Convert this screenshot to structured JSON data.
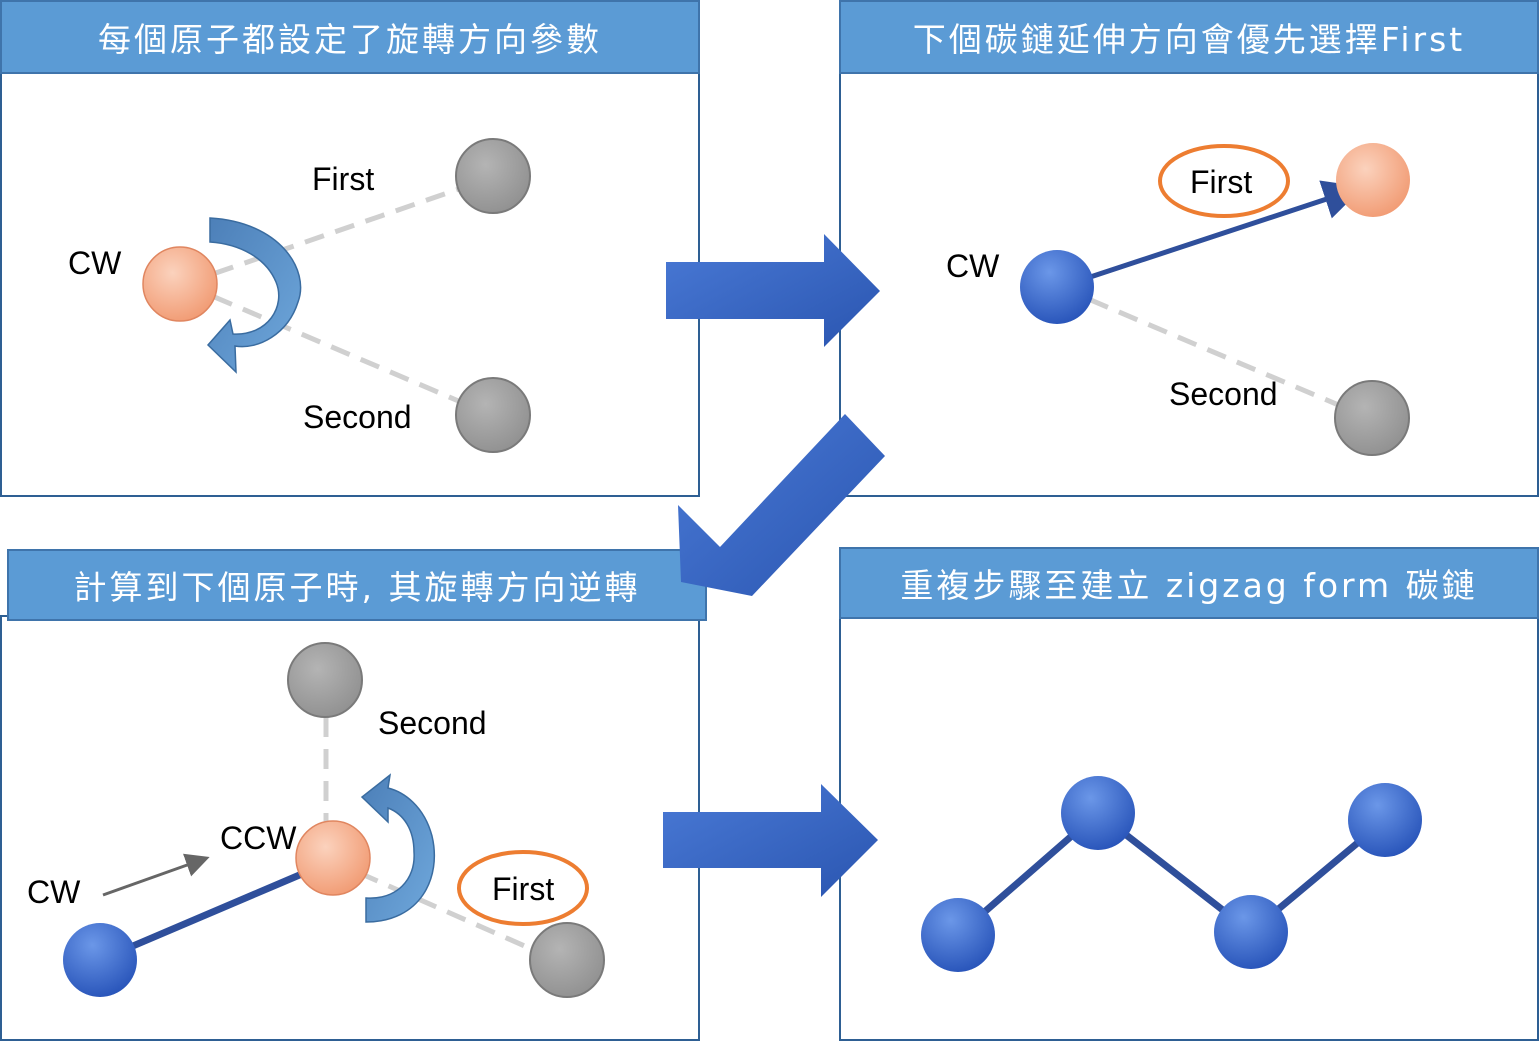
{
  "panels": {
    "p1": {
      "title": "每個原子都設定了旋轉方向參數",
      "rotation_label": "CW",
      "first_label": "First",
      "second_label": "Second"
    },
    "p2": {
      "title": "下個碳鏈延伸方向會優先選擇First",
      "rotation_label": "CW",
      "first_label": "First",
      "second_label": "Second"
    },
    "p3": {
      "title": "計算到下個原子時, 其旋轉方向逆轉",
      "prev_rotation_label": "CW",
      "rotation_label": "CCW",
      "first_label": "First",
      "second_label": "Second"
    },
    "p4": {
      "title": "重複步驟至建立 zigzag form 碳鏈"
    }
  },
  "colors": {
    "header_fill": "#5b9bd5",
    "header_text": "#ffffff",
    "panel_border": "#2e5f93",
    "current_atom": "#f4a582",
    "chain_atom": "#3366cc",
    "candidate_atom": "#a6a6a6",
    "bond": "#2f4f9b",
    "dashed_line": "#d0d0d0",
    "highlight_ellipse": "#ed7d31",
    "flow_arrow": "#3a66c4"
  }
}
